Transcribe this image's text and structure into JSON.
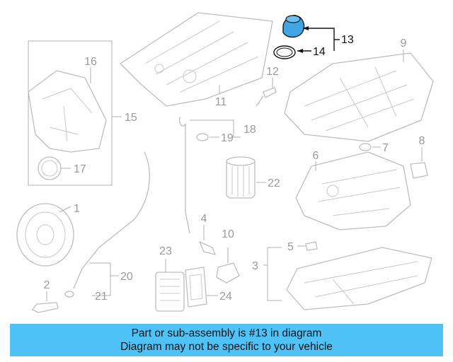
{
  "diagram": {
    "callouts": {
      "n1": "1",
      "n2": "2",
      "n3": "3",
      "n4": "4",
      "n5": "5",
      "n6": "6",
      "n7": "7",
      "n8": "8",
      "n9": "9",
      "n10": "10",
      "n11": "11",
      "n12": "12",
      "n13": "13",
      "n14": "14",
      "n15": "15",
      "n16": "16",
      "n17": "17",
      "n18": "18",
      "n19": "19",
      "n20": "20",
      "n21": "21",
      "n22": "22",
      "n23": "23",
      "n24": "24"
    },
    "highlight_color": "#42a5e6",
    "highlight_part": "13"
  },
  "banner": {
    "line1": "Part or sub-assembly is #13 in diagram",
    "line2": "Diagram may not be specific to your vehicle",
    "color": "#4fc3f7"
  }
}
